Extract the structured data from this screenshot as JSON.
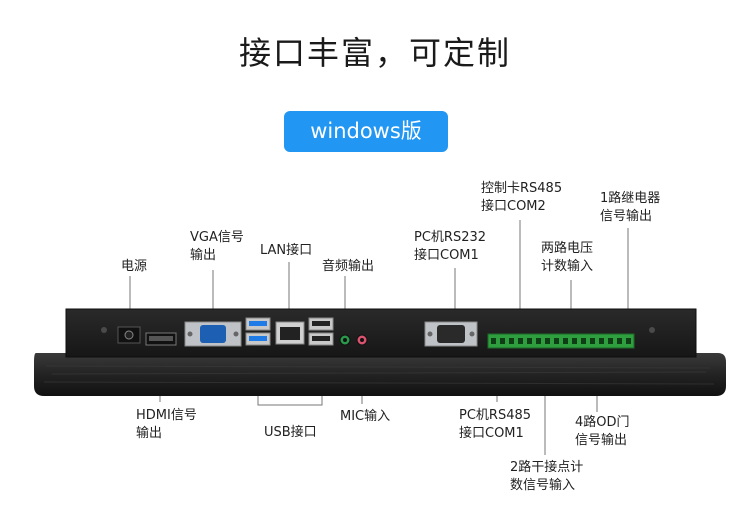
{
  "title": "接口丰富，可定制",
  "badge": "windows版",
  "labels": {
    "power": [
      "电源"
    ],
    "vga": [
      "VGA信号",
      "输出"
    ],
    "lan": [
      "LAN接口"
    ],
    "audio": [
      "音频输出"
    ],
    "pc_rs232": [
      "PC机RS232",
      "接口COM1"
    ],
    "ctrl_rs485": [
      "控制卡RS485",
      "接口COM2"
    ],
    "dual_voltage": [
      "两路电压",
      "计数输入"
    ],
    "relay": [
      "1路继电器",
      "信号输出"
    ],
    "hdmi": [
      "HDMI信号",
      "输出"
    ],
    "usb": [
      "USB接口"
    ],
    "mic": [
      "MIC输入"
    ],
    "pc_rs485": [
      "PC机RS485",
      "接口COM1"
    ],
    "od_gate": [
      "4路OD门",
      "信号输出"
    ],
    "dry_contact": [
      "2路干接点计",
      "数信号输入"
    ]
  },
  "colors": {
    "accent": "#2196f3",
    "terminal_green": "#2e9e3e",
    "chassis": "#1e1e1e"
  }
}
